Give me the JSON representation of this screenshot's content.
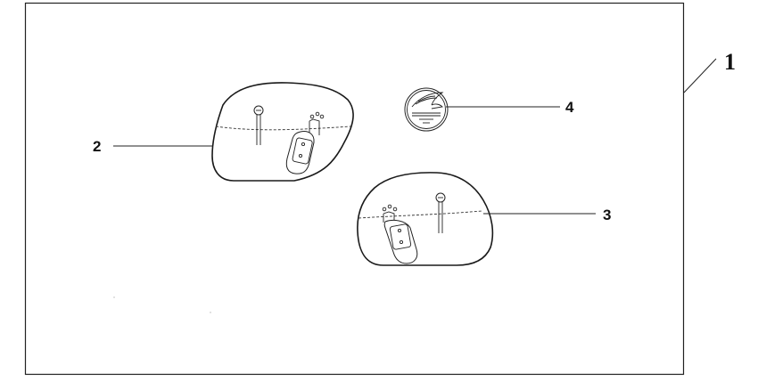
{
  "callouts": {
    "kit": "1",
    "left_bag": "2",
    "right_bag": "3",
    "emblem": "4"
  },
  "colors": {
    "line": "#222222",
    "background": "#ffffff"
  }
}
